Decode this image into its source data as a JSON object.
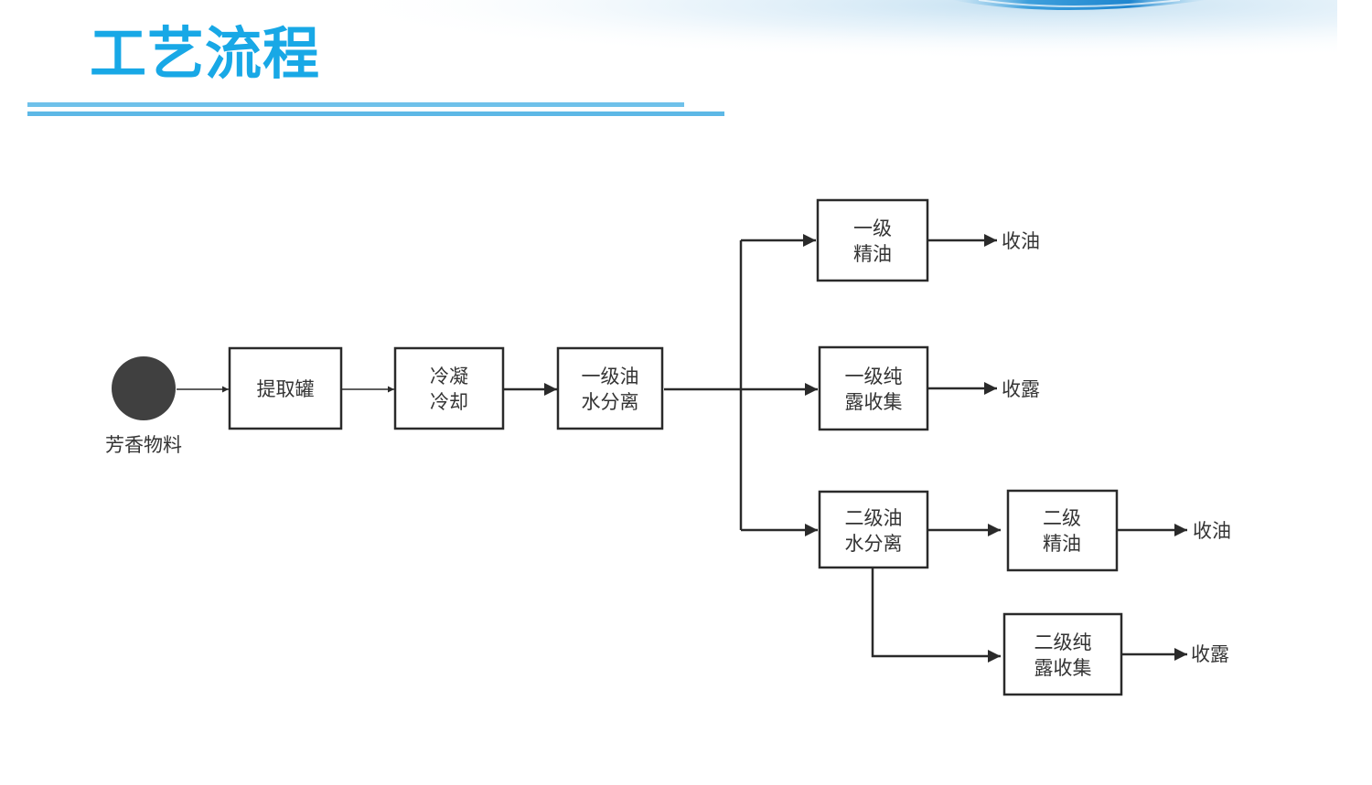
{
  "slide": {
    "title": "工艺流程",
    "title_color": "#18a8e6",
    "accent_color": "#6fc1ea"
  },
  "diagram": {
    "start": {
      "label": "芳香物料"
    },
    "nodes": {
      "extraction_tank": {
        "line1": "提取罐"
      },
      "condense_cool": {
        "line1": "冷凝",
        "line2": "冷却"
      },
      "primary_separation": {
        "line1": "一级油",
        "line2": "水分离"
      },
      "primary_essential_oil": {
        "line1": "一级",
        "line2": "精油"
      },
      "primary_hydrosol": {
        "line1": "一级纯",
        "line2": "露收集"
      },
      "secondary_separation": {
        "line1": "二级油",
        "line2": "水分离"
      },
      "secondary_essential_oil": {
        "line1": "二级",
        "line2": "精油"
      },
      "secondary_hydrosol": {
        "line1": "二级纯",
        "line2": "露收集"
      }
    },
    "outputs": {
      "collect_oil_1": "收油",
      "collect_hydrosol_1": "收露",
      "collect_oil_2": "收油",
      "collect_hydrosol_2": "收露"
    }
  }
}
